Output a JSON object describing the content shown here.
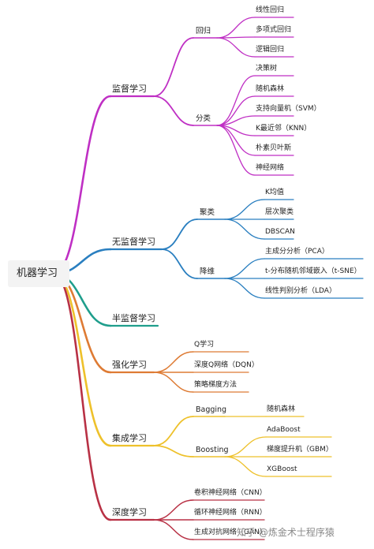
{
  "root": {
    "label": "机器学习"
  },
  "branches": [
    {
      "label": "监督学习",
      "color": "#bf2fc4",
      "children": [
        {
          "label": "回归",
          "children": [
            "线性回归",
            "多项式回归",
            "逻辑回归"
          ]
        },
        {
          "label": "分类",
          "children": [
            "决策树",
            "随机森林",
            "支持向量机（SVM）",
            "K最近邻（KNN）",
            "朴素贝叶斯",
            "神经网络"
          ]
        }
      ]
    },
    {
      "label": "无监督学习",
      "color": "#2a7fc0",
      "children": [
        {
          "label": "聚类",
          "children": [
            "K均值",
            "层次聚类",
            "DBSCAN"
          ]
        },
        {
          "label": "降维",
          "children": [
            "主成分分析（PCA）",
            "t-分布随机邻域嵌入（t-SNE）",
            "线性判别分析（LDA）"
          ]
        }
      ]
    },
    {
      "label": "半监督学习",
      "color": "#1f9e8c",
      "children": []
    },
    {
      "label": "强化学习",
      "color": "#de7b34",
      "children": [
        "Q学习",
        "深度Q网络（DQN）",
        "策略梯度方法"
      ]
    },
    {
      "label": "集成学习",
      "color": "#eec12b",
      "children": [
        {
          "label": "Bagging",
          "children": [
            "随机森林"
          ]
        },
        {
          "label": "Boosting",
          "children": [
            "AdaBoost",
            "梯度提升机（GBM）",
            "XGBoost"
          ]
        }
      ]
    },
    {
      "label": "深度学习",
      "color": "#b83145",
      "children": [
        "卷积神经网络（CNN）",
        "循环神经网络（RNN）",
        "生成对抗网络（GAN）"
      ]
    }
  ],
  "watermark": "知乎 @炼金术士程序猿"
}
